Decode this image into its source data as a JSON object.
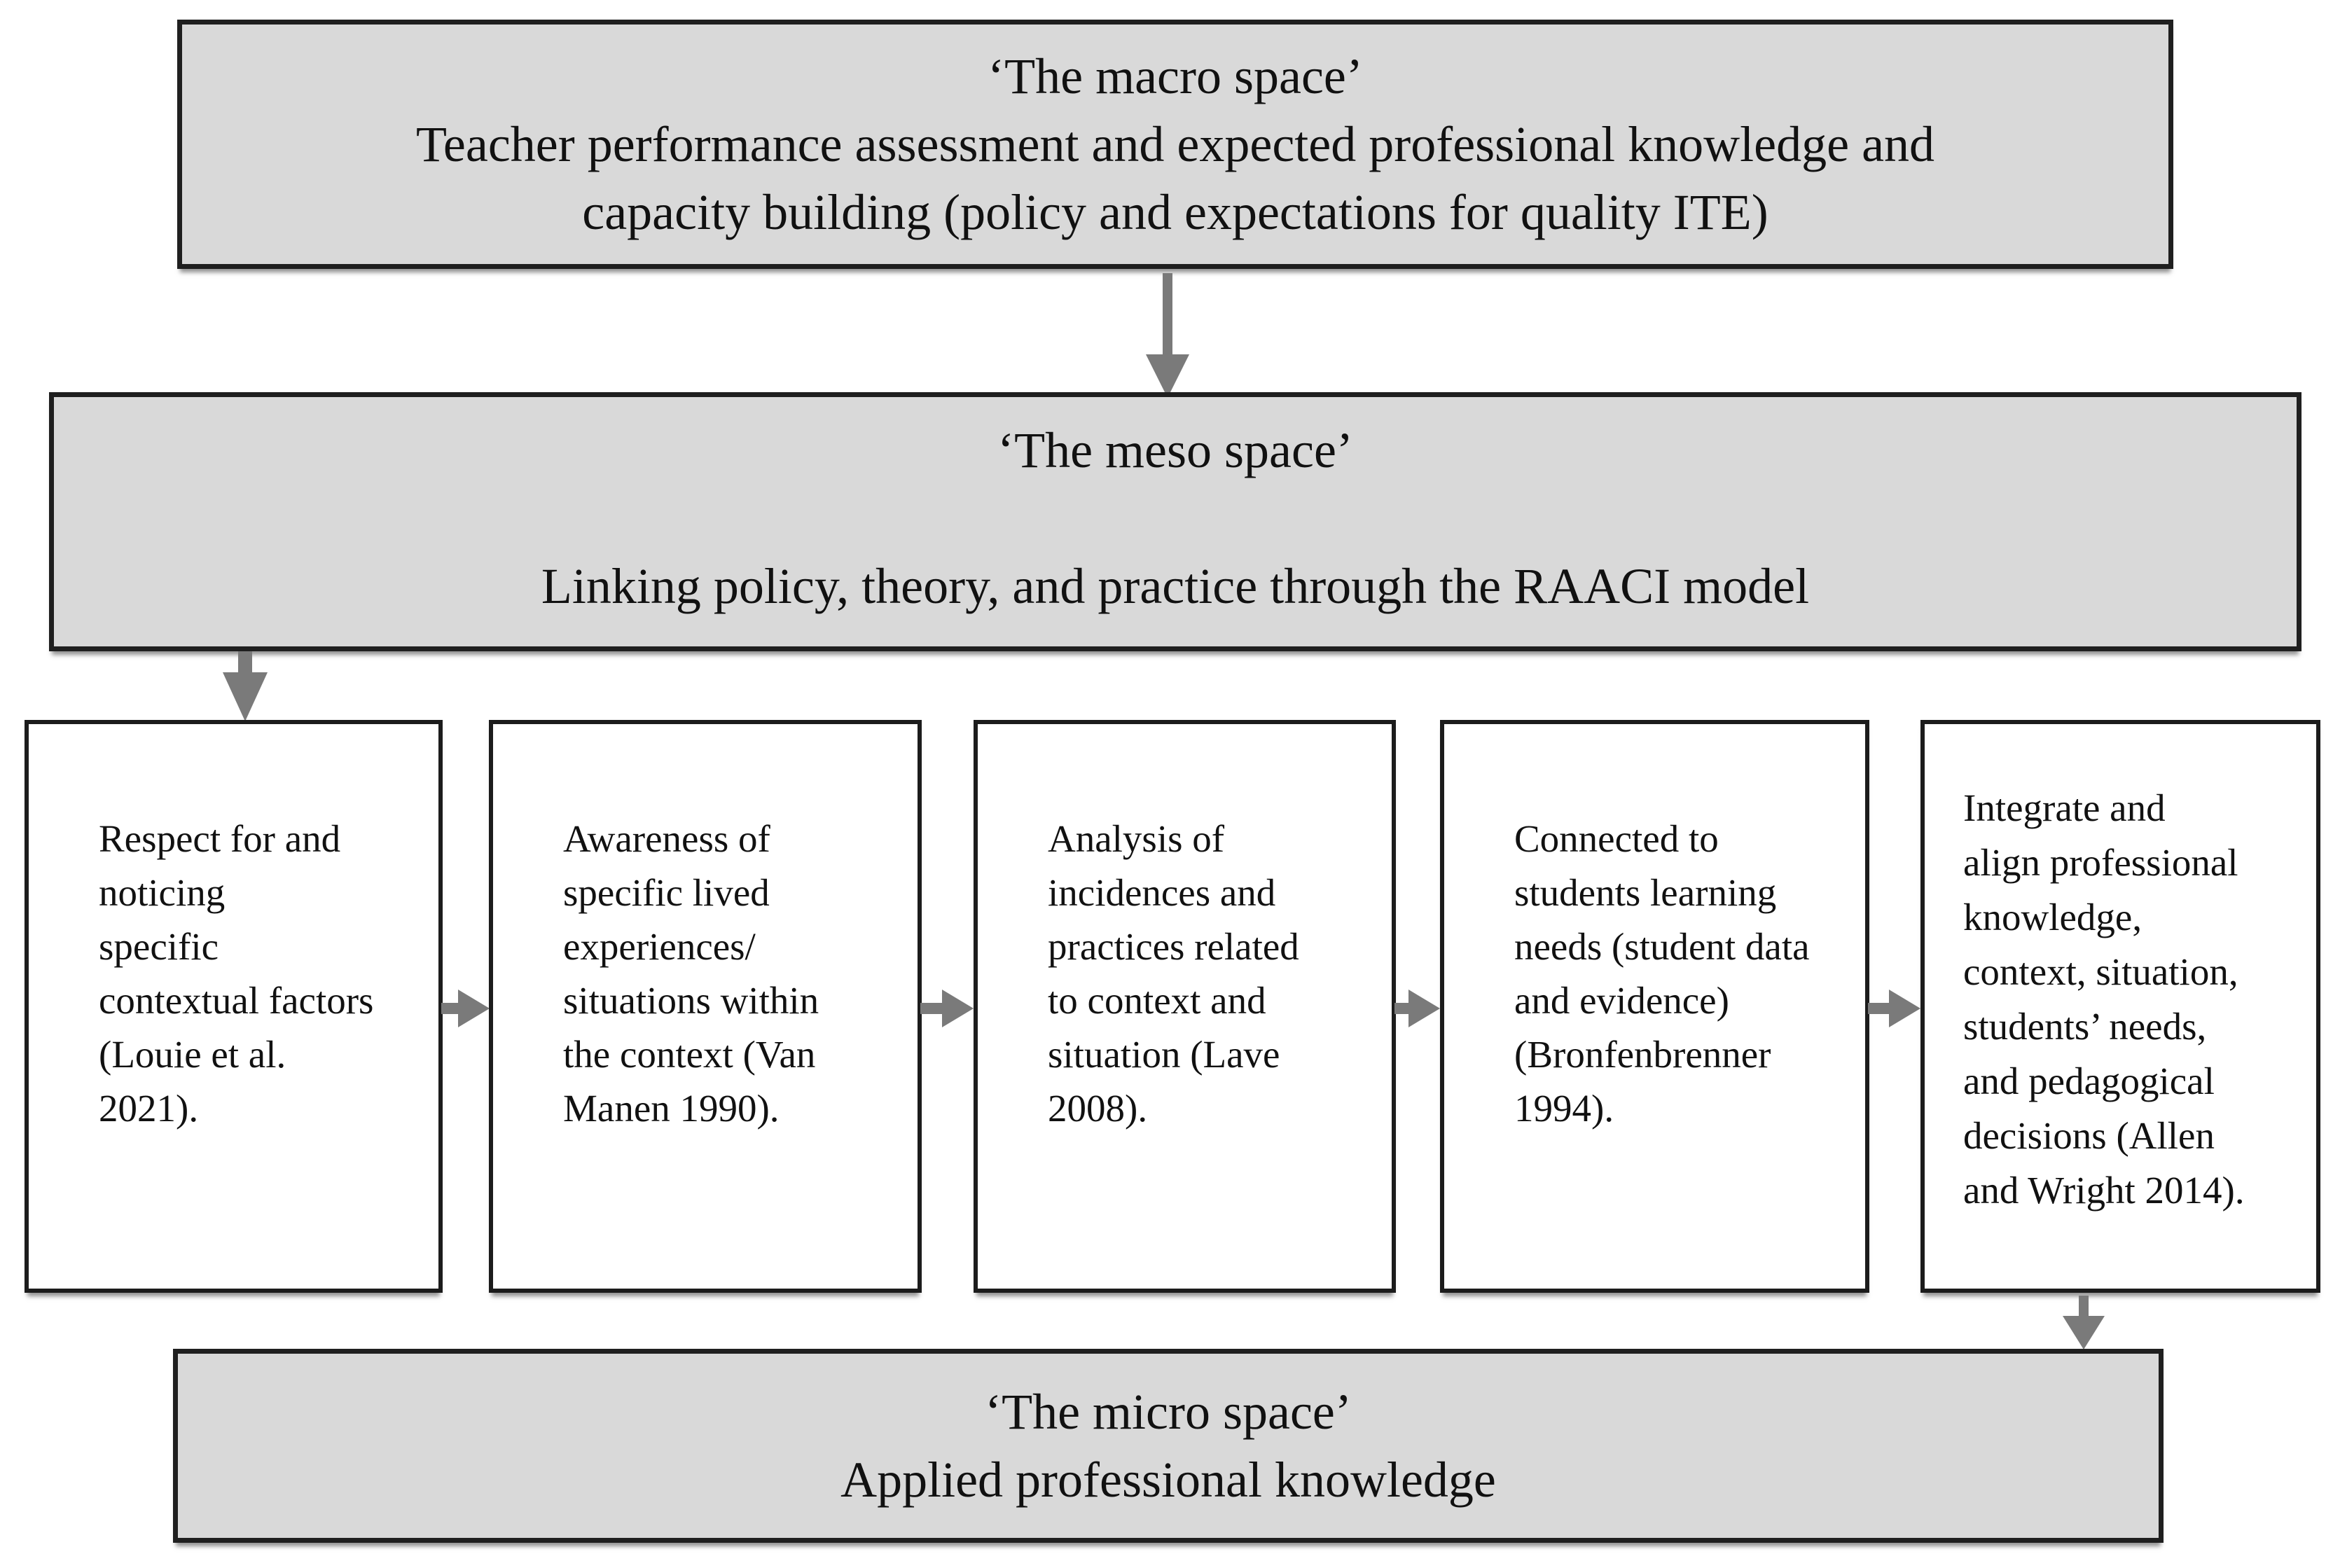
{
  "colors": {
    "background": "#ffffff",
    "box_fill": "#d9d9d9",
    "box_border": "#1f1f1f",
    "white_box_border": "#1c1c1c",
    "arrow": "#7a7a7a",
    "text": "#111111"
  },
  "macro": {
    "title": "‘The macro space’",
    "body": "Teacher performance assessment and expected professional knowledge and\ncapacity building (policy and expectations for quality ITE)"
  },
  "meso": {
    "title": "‘The meso space’",
    "body": "Linking policy, theory, and practice through the RAACI model"
  },
  "steps": [
    {
      "text": "Respect for and\nnoticing\nspecific\ncontextual factors\n(Louie et al.\n2021)."
    },
    {
      "text": "Awareness of\nspecific lived\nexperiences/\nsituations within\nthe context (Van\nManen 1990)."
    },
    {
      "text": "Analysis of\nincidences and\npractices related\nto context and\nsituation (Lave\n2008)."
    },
    {
      "text": "Connected to\nstudents learning\nneeds (student data\nand evidence)\n(Bronfenbrenner\n1994)."
    },
    {
      "text": "Integrate and\nalign professional\nknowledge,\ncontext, situation,\nstudents’ needs,\nand pedagogical\ndecisions (Allen\nand Wright 2014)."
    }
  ],
  "micro": {
    "title": "‘The micro space’",
    "body": "Applied professional knowledge"
  }
}
